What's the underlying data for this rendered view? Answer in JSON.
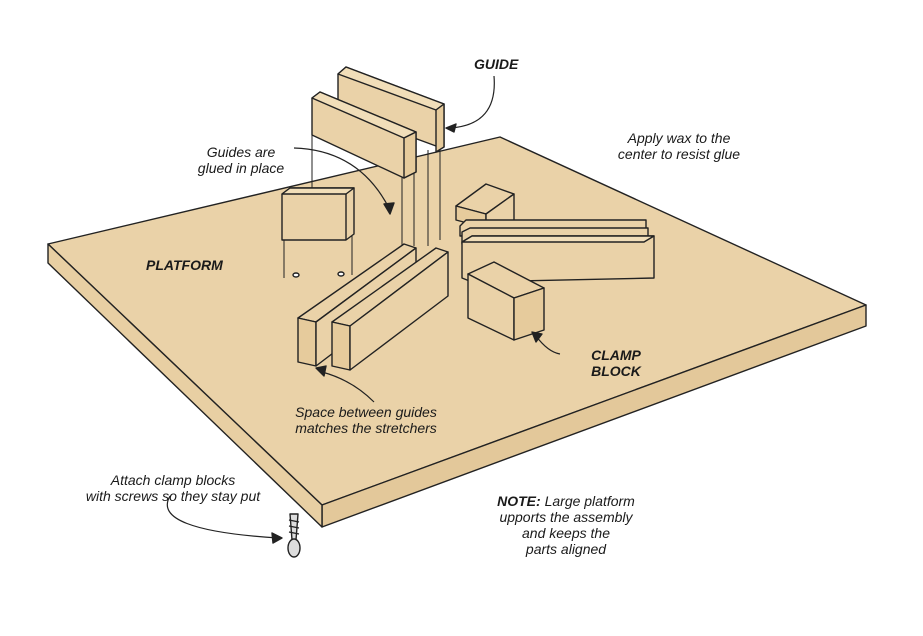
{
  "labels": {
    "guide": "GUIDE",
    "wax": [
      "Apply wax to the",
      "center to resist glue"
    ],
    "glued": [
      "Guides are",
      "glued in place"
    ],
    "platform": "PLATFORM",
    "clamp_block": [
      "CLAMP",
      "BLOCK"
    ],
    "space": [
      "Space between guides",
      "matches the stretchers"
    ],
    "attach": [
      "Attach clamp blocks",
      "with screws so they stay put"
    ],
    "note_prefix": "NOTE:",
    "note": [
      "Large platform",
      "upports the assembly",
      "and keeps the",
      "parts aligned"
    ]
  },
  "colors": {
    "wood": "#ead2a8",
    "wood_end": "#e6cb9c",
    "outline": "#222222",
    "background": "#ffffff"
  }
}
